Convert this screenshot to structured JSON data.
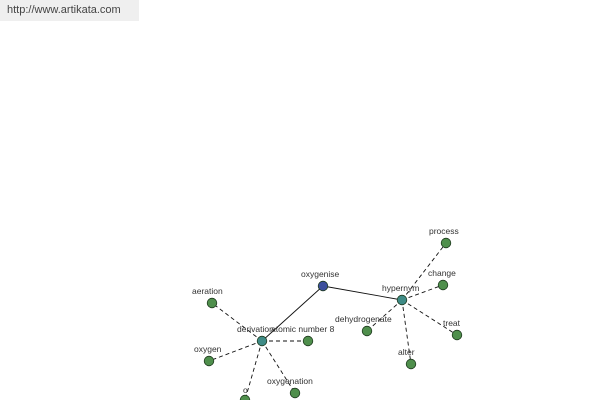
{
  "header": {
    "url": "http://www.artikata.com"
  },
  "graph": {
    "colors": {
      "root": "#3c4f9c",
      "hub": "#3e8b86",
      "leaf": "#4f8f4c",
      "stroke": "#1f3a1f",
      "edge": "#111111"
    },
    "nodes": [
      {
        "id": "oxygenise",
        "label": "oxygenise",
        "kind": "root"
      },
      {
        "id": "derivation",
        "label": "derivation",
        "kind": "hub"
      },
      {
        "id": "hypernym",
        "label": "hypernym",
        "kind": "hub"
      },
      {
        "id": "aeration",
        "label": "aeration",
        "kind": "leaf"
      },
      {
        "id": "oxygen",
        "label": "oxygen",
        "kind": "leaf"
      },
      {
        "id": "atomic-number-8",
        "label": "atomic number 8",
        "kind": "leaf"
      },
      {
        "id": "o",
        "label": "o",
        "kind": "leaf"
      },
      {
        "id": "oxygenation",
        "label": "oxygenation",
        "kind": "leaf"
      },
      {
        "id": "process",
        "label": "process",
        "kind": "leaf"
      },
      {
        "id": "change",
        "label": "change",
        "kind": "leaf"
      },
      {
        "id": "treat",
        "label": "treat",
        "kind": "leaf"
      },
      {
        "id": "alter",
        "label": "alter",
        "kind": "leaf"
      },
      {
        "id": "dehydrogenate",
        "label": "dehydrogenate",
        "kind": "leaf"
      }
    ],
    "edges": [
      {
        "from": "oxygenise",
        "to": "derivation",
        "style": "solid"
      },
      {
        "from": "oxygenise",
        "to": "hypernym",
        "style": "solid"
      },
      {
        "from": "derivation",
        "to": "aeration",
        "style": "dashed"
      },
      {
        "from": "derivation",
        "to": "oxygen",
        "style": "dashed"
      },
      {
        "from": "derivation",
        "to": "atomic-number-8",
        "style": "dashed"
      },
      {
        "from": "derivation",
        "to": "o",
        "style": "dashed"
      },
      {
        "from": "derivation",
        "to": "oxygenation",
        "style": "dashed"
      },
      {
        "from": "hypernym",
        "to": "process",
        "style": "dashed"
      },
      {
        "from": "hypernym",
        "to": "change",
        "style": "dashed"
      },
      {
        "from": "hypernym",
        "to": "treat",
        "style": "dashed"
      },
      {
        "from": "hypernym",
        "to": "alter",
        "style": "dashed"
      },
      {
        "from": "hypernym",
        "to": "dehydrogenate",
        "style": "dashed"
      }
    ]
  }
}
